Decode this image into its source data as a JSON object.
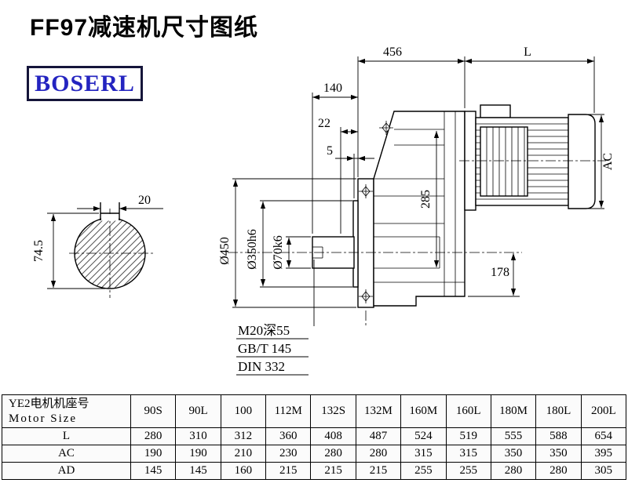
{
  "page": {
    "title": "FF97减速机尺寸图纸",
    "logo": "BOSERL"
  },
  "drawing": {
    "dims": {
      "overall_width": "456",
      "motor_length": "L",
      "shaft_length": "140",
      "flange_offset": "22",
      "spigot_depth": "5",
      "motor_diameter": "AC",
      "center_height": "285",
      "foot_height": "178",
      "flange_diameter": "Ø450",
      "spigot_diameter": "Ø350h6",
      "shaft_diameter": "Ø70k6",
      "key_width": "20",
      "key_height": "74.5"
    },
    "notes": {
      "tapped_hole": "M20深55",
      "standard_1": "GB/T 145",
      "standard_2": "DIN 332"
    }
  },
  "table": {
    "header_cn": "YE2电机机座号",
    "header_en": "Motor Size",
    "columns": [
      "90S",
      "90L",
      "100",
      "112M",
      "132S",
      "132M",
      "160M",
      "160L",
      "180M",
      "180L",
      "200L"
    ],
    "rows": [
      {
        "label": "L",
        "values": [
          "280",
          "310",
          "312",
          "360",
          "408",
          "487",
          "524",
          "519",
          "555",
          "588",
          "654"
        ]
      },
      {
        "label": "AC",
        "values": [
          "190",
          "190",
          "210",
          "230",
          "280",
          "280",
          "315",
          "315",
          "350",
          "350",
          "395"
        ]
      },
      {
        "label": "AD",
        "values": [
          "145",
          "145",
          "160",
          "215",
          "215",
          "215",
          "255",
          "255",
          "280",
          "280",
          "305"
        ]
      }
    ]
  }
}
